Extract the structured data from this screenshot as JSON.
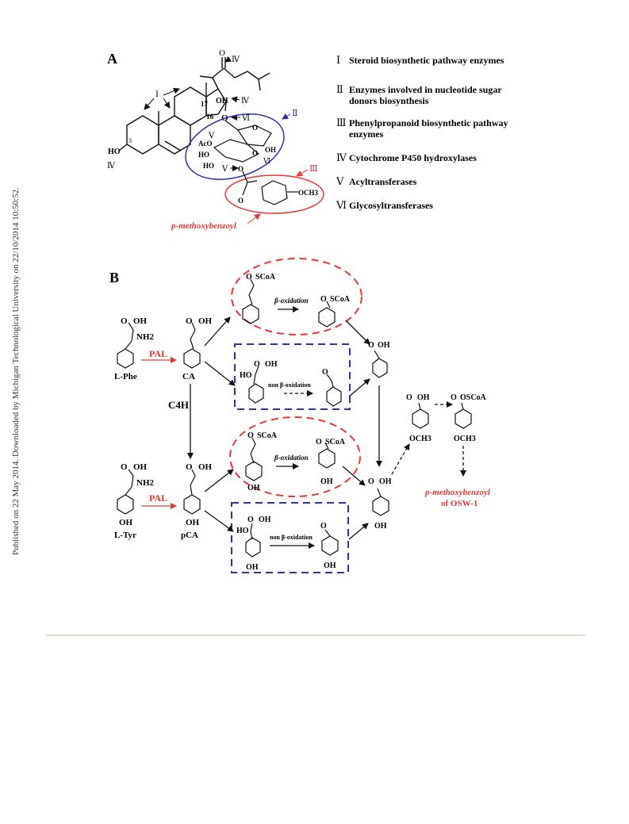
{
  "side_note": "Published on 22 May 2014. Downloaded by Michigan Technological University on 22/10/2014 10:50:52.",
  "colors": {
    "red": "#e53935",
    "blue": "#2b35a8",
    "black": "#111111",
    "rule": "#deddd3"
  },
  "panel_a": {
    "letter": "A",
    "atom_labels": {
      "o_ketone": "O",
      "oh17": "OH",
      "c17": "17",
      "c16": "16",
      "o16": "O",
      "ho3": "HO",
      "c3": "3",
      "ac_o": "AcO",
      "ho_a": "HO",
      "ho_b": "HO",
      "o_ring": "O",
      "o_ring2": "O",
      "oh_ring": "OH",
      "o_link": "O",
      "o_carb": "O",
      "och3": "OCH3"
    },
    "markers": {
      "m4_top": "Ⅳ",
      "m1": "Ⅰ",
      "m4_mid": "Ⅳ",
      "m6": "Ⅵ",
      "m2": "Ⅱ",
      "m5a": "Ⅴ",
      "m6b": "Ⅵ",
      "m4_bottom": "Ⅳ",
      "m5b": "Ⅴ",
      "m3": "Ⅲ"
    },
    "pmb_label": "p-methoxybenzoyl",
    "legend": [
      {
        "num": "Ⅰ",
        "text": "Steroid  biosynthetic pathway enzymes"
      },
      {
        "num": "Ⅱ",
        "text": "Enzymes involved in nucleotide sugar",
        "text2": "donors biosynthesis"
      },
      {
        "num": "Ⅲ",
        "text": "Phenylpropanoid biosynthetic pathway",
        "text2": "enzymes"
      },
      {
        "num": "Ⅳ",
        "text": "Cytochrome P450 hydroxylases"
      },
      {
        "num": "Ⅴ",
        "text": "Acyltransferases"
      },
      {
        "num": "Ⅵ",
        "text": "Glycosyltransferases"
      }
    ]
  },
  "panel_b": {
    "letter": "B",
    "labels": {
      "phe_cooh": "O",
      "phe_oh": "OH",
      "phe_nh2": "NH2",
      "phe_name": "L-Phe",
      "pal1": "PAL",
      "ca_o": "O",
      "ca_oh": "OH",
      "ca_name": "CA",
      "c4h": "C4H",
      "tyr_o": "O",
      "tyr_oh": "OH",
      "tyr_nh2": "NH2",
      "tyr_ring_oh": "OH",
      "tyr_name": "L-Tyr",
      "pal2": "PAL",
      "pca_o": "O",
      "pca_oh": "OH",
      "pca_ring_oh": "OH",
      "pca_name": "pCA",
      "r1_scoa_o": "O",
      "r1_scoa": "SCoA",
      "r1_beta": "β-oxidation",
      "r1_p_o": "O",
      "r1_p_scoa": "SCoA",
      "b1_o": "O",
      "b1_oh": "OH",
      "b1_ho": "HO",
      "b1_non": "non β-oxidation",
      "b1_ald_o": "O",
      "ba_o": "O",
      "ba_oh": "OH",
      "r2_scoa_o": "O",
      "r2_scoa": "SCoA",
      "r2_beta": "β-oxidation",
      "r2_p_o": "O",
      "r2_p_scoa": "SCoA",
      "r2_oh1": "OH",
      "r2_oh2": "OH",
      "b2_o": "O",
      "b2_oh": "OH",
      "b2_ho": "HO",
      "b2_non": "non β-oxidation",
      "b2_ald_o": "O",
      "b2_ring_oh1": "OH",
      "b2_ring_oh2": "OH",
      "hba_o": "O",
      "hba_oh": "OH",
      "hba_ring_oh": "OH",
      "mba_o": "O",
      "mba_oh": "OH",
      "mba_och3": "OCH3",
      "mbs_o": "O",
      "mbs_scoa": "OSCoA",
      "mbs_och3": "OCH3",
      "final1": "p-methoxybenzoyl",
      "final2": "of OSW-1"
    }
  }
}
